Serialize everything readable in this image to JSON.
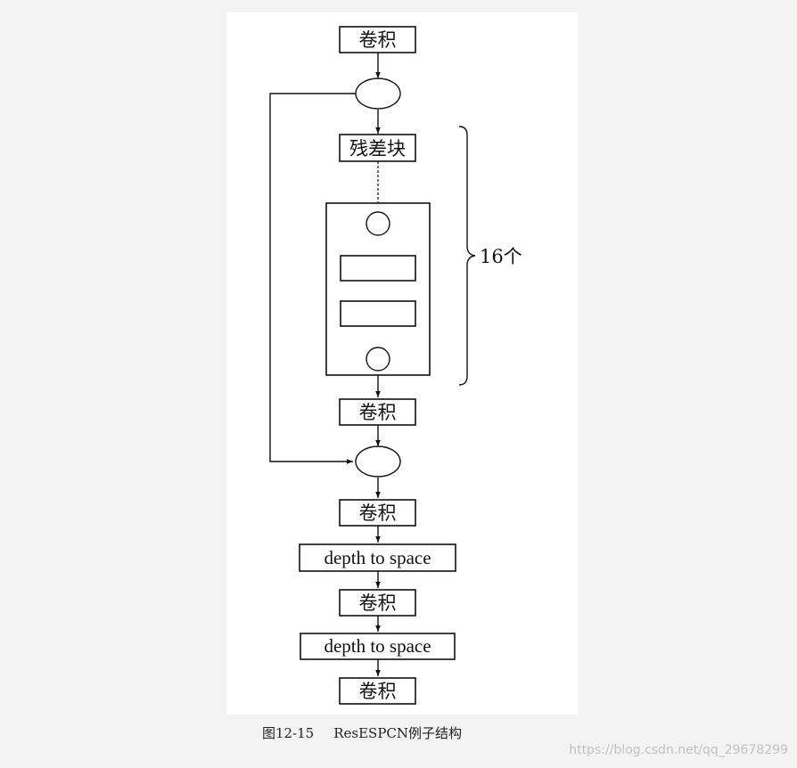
{
  "diagram": {
    "conv_label": "卷积",
    "residual_block_label": "残差块",
    "depth_to_space_label": "depth to space",
    "repeat_label": "16个"
  },
  "caption": {
    "figure_number": "图12-15",
    "title": "ResESPCN例子结构"
  },
  "watermark": "https://blog.csdn.net/qq_29678299"
}
